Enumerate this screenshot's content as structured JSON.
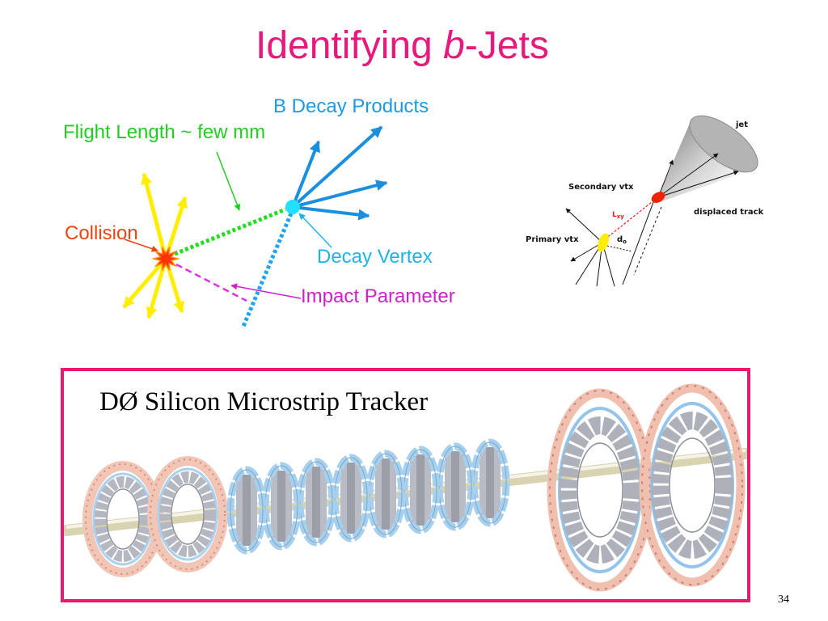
{
  "slide": {
    "title_prefix": "Identifying ",
    "title_italic": "b",
    "title_suffix": "-Jets",
    "page_number": "34"
  },
  "decay_diagram": {
    "decay_products_label": "B Decay Products",
    "flight_length_label": "Flight Length ~ few mm",
    "collision_label": "Collision",
    "decay_vertex_label": "Decay Vertex",
    "impact_parameter_label": "Impact Parameter"
  },
  "jet_diagram": {
    "jet_label": "jet",
    "secondary_vtx_label": "Secondary vtx",
    "displaced_track_label": "displaced track",
    "primary_vtx_label": "Primary vtx",
    "d0_label": "d",
    "d0_subscript": "o",
    "lxy_label": "L",
    "lxy_subscript": "xy"
  },
  "tracker_panel": {
    "caption": "DØ Silicon Microstrip Tracker"
  },
  "colors": {
    "title": "#e8197d",
    "decay_products": "#1c9be3",
    "flight_length": "#22cc22",
    "collision": "#ee4411",
    "decay_vertex": "#1fb3ea",
    "impact_parameter": "#cc22cc",
    "lxy": "#e02020",
    "panel_border": "#e8196e"
  }
}
